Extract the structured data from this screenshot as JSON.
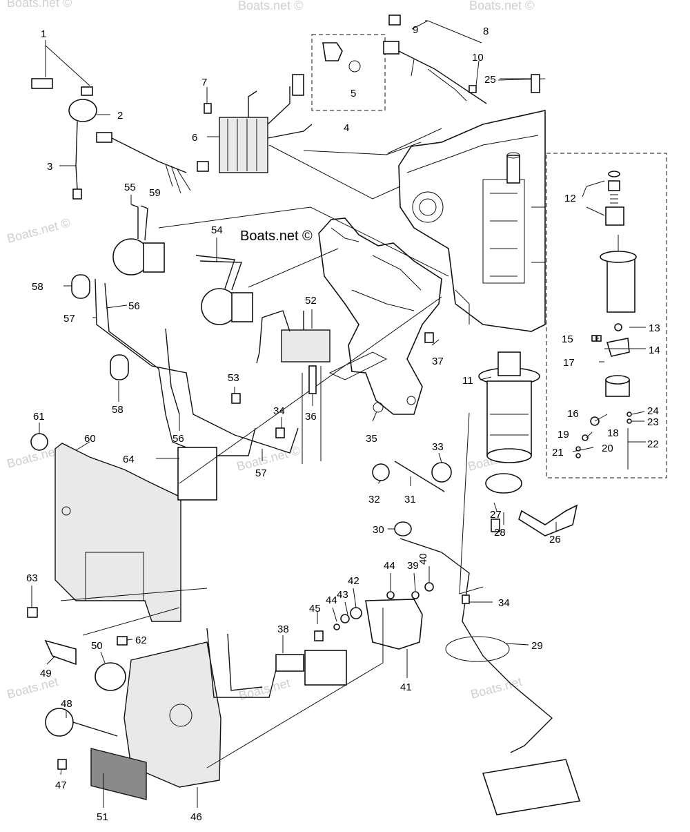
{
  "brand_label": "Boats.net ©",
  "watermarks": [
    "Boats.net ©",
    "Boats.net ©",
    "Boats.net ©",
    "Boats.net ©",
    "Boats.net ©",
    "Boats.net ©",
    "Boats.net ©",
    "Boats.net",
    "Boats.net",
    "Boats.net"
  ],
  "callouts": [
    "1",
    "2",
    "3",
    "4",
    "5",
    "6",
    "7",
    "8",
    "9",
    "10",
    "11",
    "12",
    "13",
    "14",
    "15",
    "16",
    "17",
    "18",
    "19",
    "20",
    "21",
    "22",
    "23",
    "24",
    "25",
    "26",
    "27",
    "28",
    "29",
    "30",
    "31",
    "32",
    "33",
    "34",
    "34",
    "35",
    "36",
    "37",
    "38",
    "39",
    "40",
    "41",
    "42",
    "43",
    "44",
    "44",
    "45",
    "46",
    "47",
    "48",
    "49",
    "50",
    "51",
    "52",
    "53",
    "54",
    "55",
    "56",
    "56",
    "57",
    "57",
    "58",
    "58",
    "59",
    "60",
    "61",
    "62",
    "63",
    "64"
  ]
}
